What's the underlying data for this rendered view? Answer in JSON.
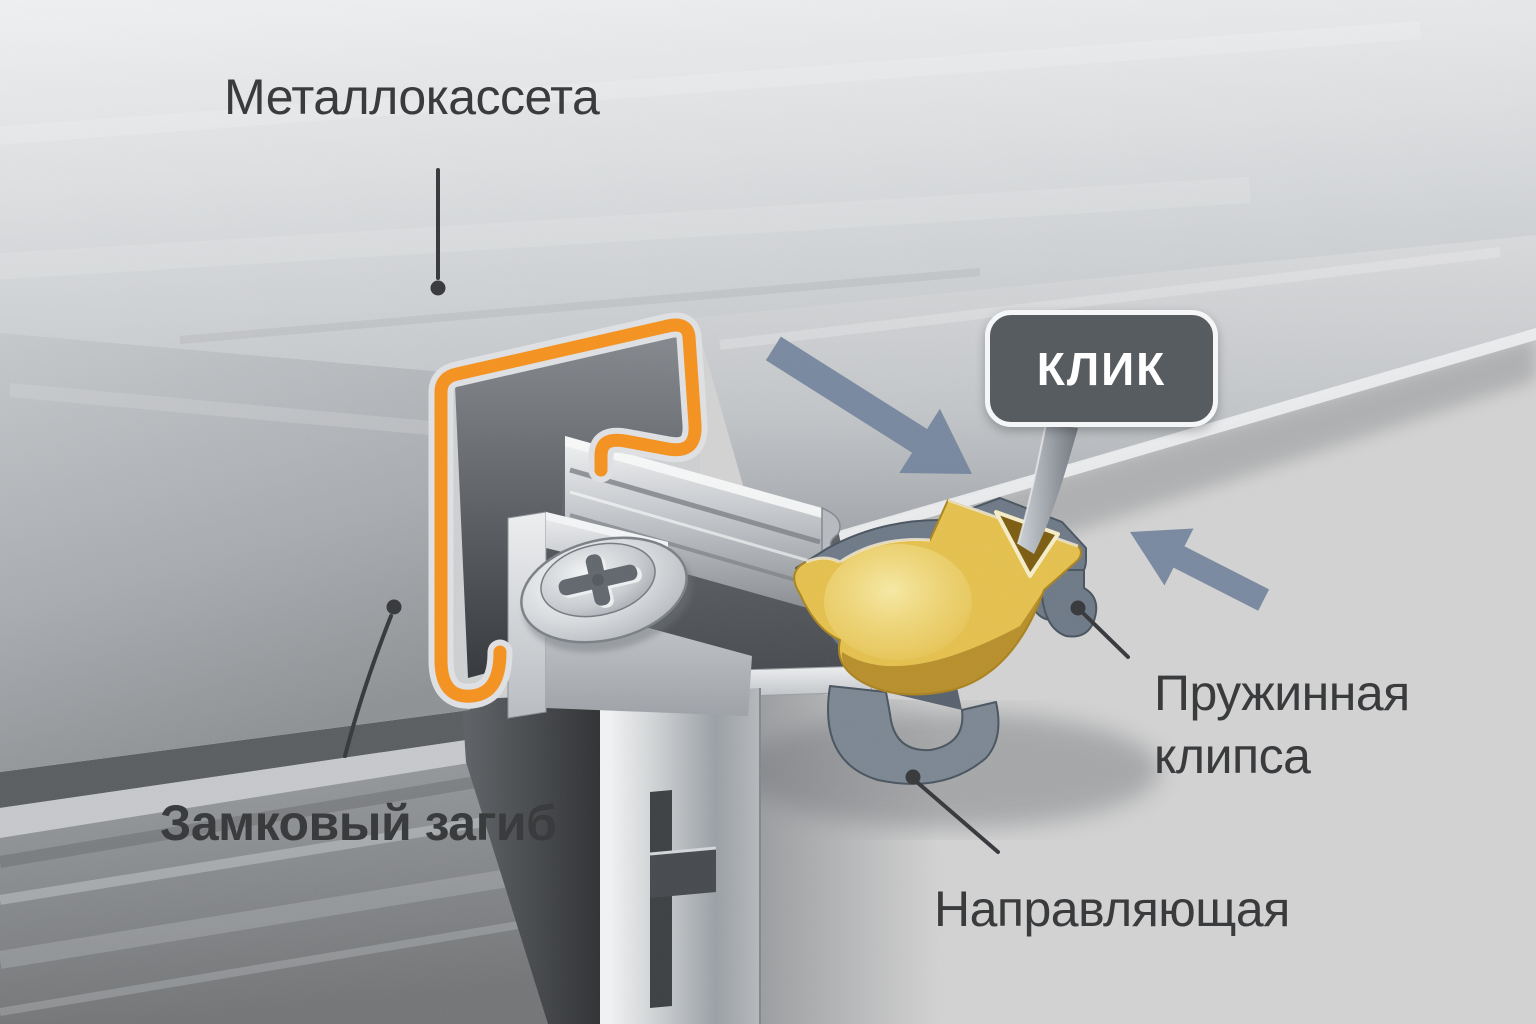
{
  "illustration": {
    "labels": {
      "cassette": "Металлокассета",
      "lock_bend": "Замковый загиб",
      "spring_clip_line1": "Пружинная",
      "spring_clip_line2": "клипса",
      "guide": "Направляющая"
    },
    "callout": {
      "text": "КЛИК"
    },
    "colors": {
      "background_wall": "#CFD0D2",
      "highlight_orange": "#F5921E",
      "clip_yellow": "#E5C14D",
      "guide_gray_blue": "#6E7987",
      "arrow_blue_gray": "#74859D",
      "callout_bg": "#575C61",
      "callout_border": "#F5F6F7",
      "callout_text": "#FFFFFF",
      "label_text": "#3A3B3D",
      "leader_line": "#35373A"
    }
  }
}
